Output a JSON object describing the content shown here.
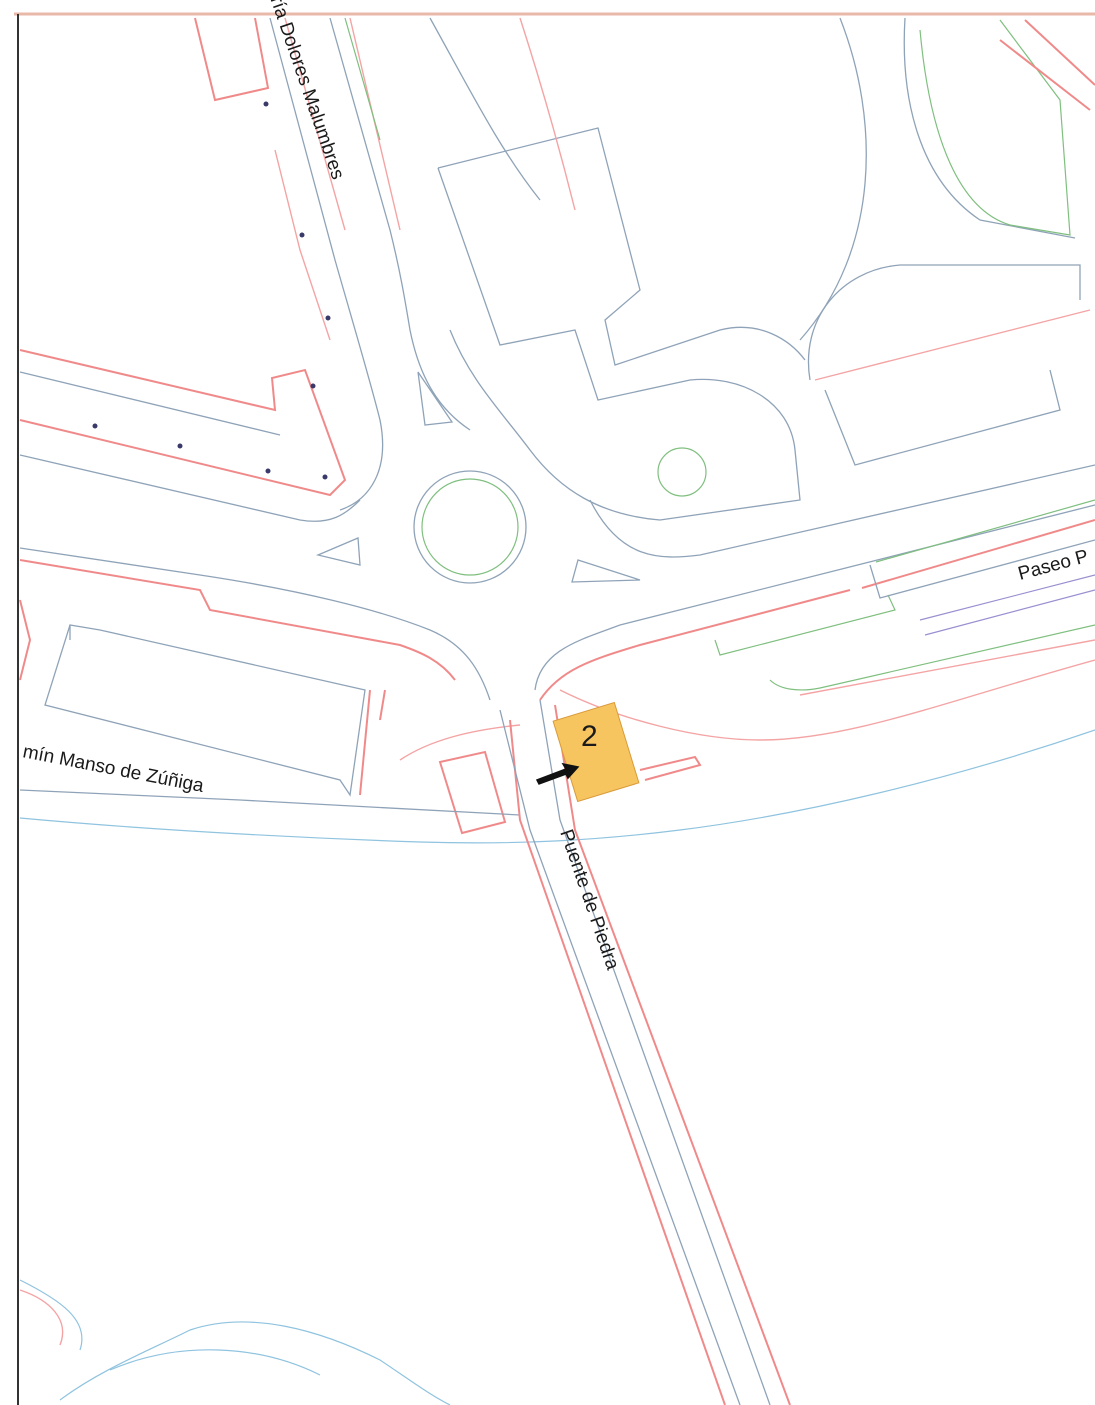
{
  "streets": {
    "maria_dolores": "Calle María Dolores Malumbres",
    "manso_zuniga": "mín Manso  de Zúñiga",
    "puente_piedra": "Puente de Piedra",
    "paseo": "Paseo P"
  },
  "marker": {
    "number": "2",
    "fill_color": "#f7c55f"
  }
}
